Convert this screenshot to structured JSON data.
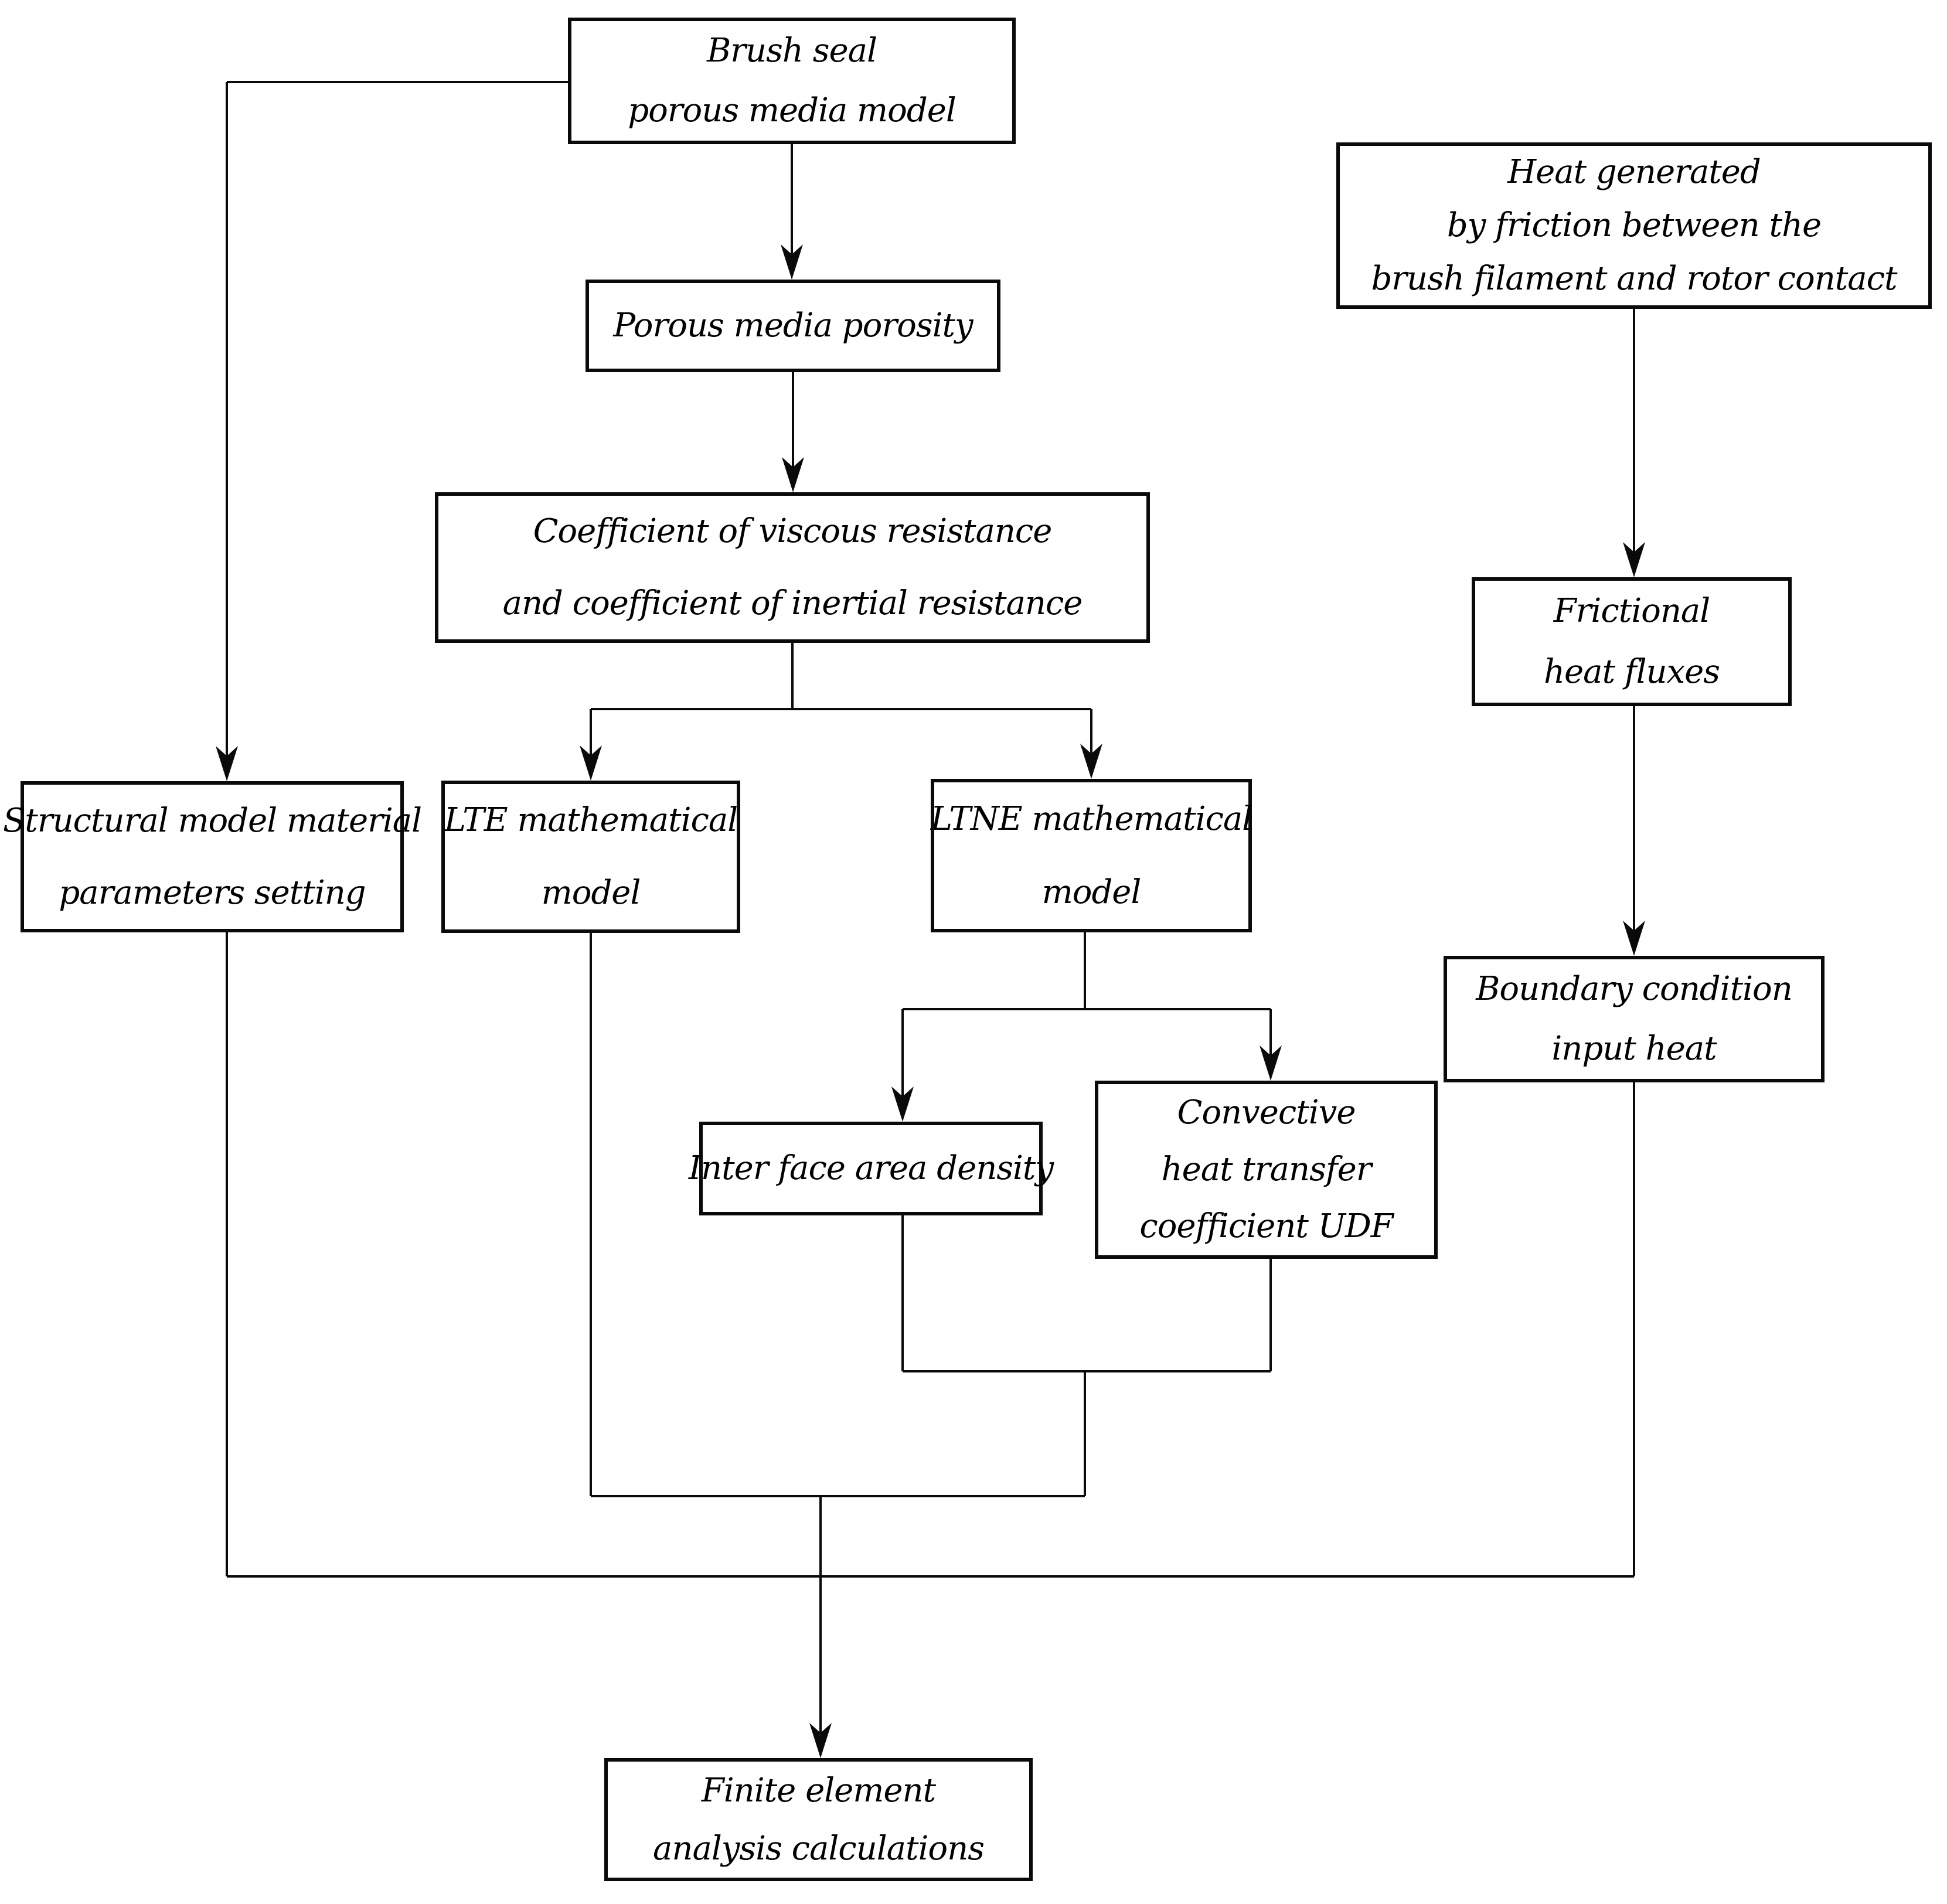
{
  "diagram": {
    "title": "Brush seal porous media model flowchart",
    "colors": {
      "line": "#0a0a0a",
      "background": "#ffffff",
      "text": "#000000"
    },
    "nodes": {
      "brush_seal": {
        "lines": [
          "Brush seal",
          "porous media model"
        ]
      },
      "porous_media_porosity": {
        "lines": [
          "Porous media porosity"
        ]
      },
      "coefficients": {
        "lines": [
          "Coefficient of viscous resistance",
          "and coefficient of inertial resistance"
        ]
      },
      "structural_model": {
        "lines": [
          "Structural model material",
          "parameters setting"
        ]
      },
      "lte_model": {
        "lines": [
          "LTE mathematical",
          "model"
        ]
      },
      "ltne_model": {
        "lines": [
          "LTNE mathematical",
          "model"
        ]
      },
      "heat_generated": {
        "lines": [
          "Heat generated",
          "by friction between the",
          "brush filament and rotor contact"
        ]
      },
      "frictional_heat_fluxes": {
        "lines": [
          "Frictional",
          "heat fluxes"
        ]
      },
      "boundary_condition": {
        "lines": [
          "Boundary condition",
          "input heat"
        ]
      },
      "interface_area_density": {
        "lines": [
          "Inter face area density"
        ]
      },
      "convective_udf": {
        "lines": [
          "Convective",
          "heat transfer",
          "coefficient UDF"
        ]
      },
      "finite_element": {
        "lines": [
          "Finite element",
          "analysis calculations"
        ]
      }
    }
  }
}
